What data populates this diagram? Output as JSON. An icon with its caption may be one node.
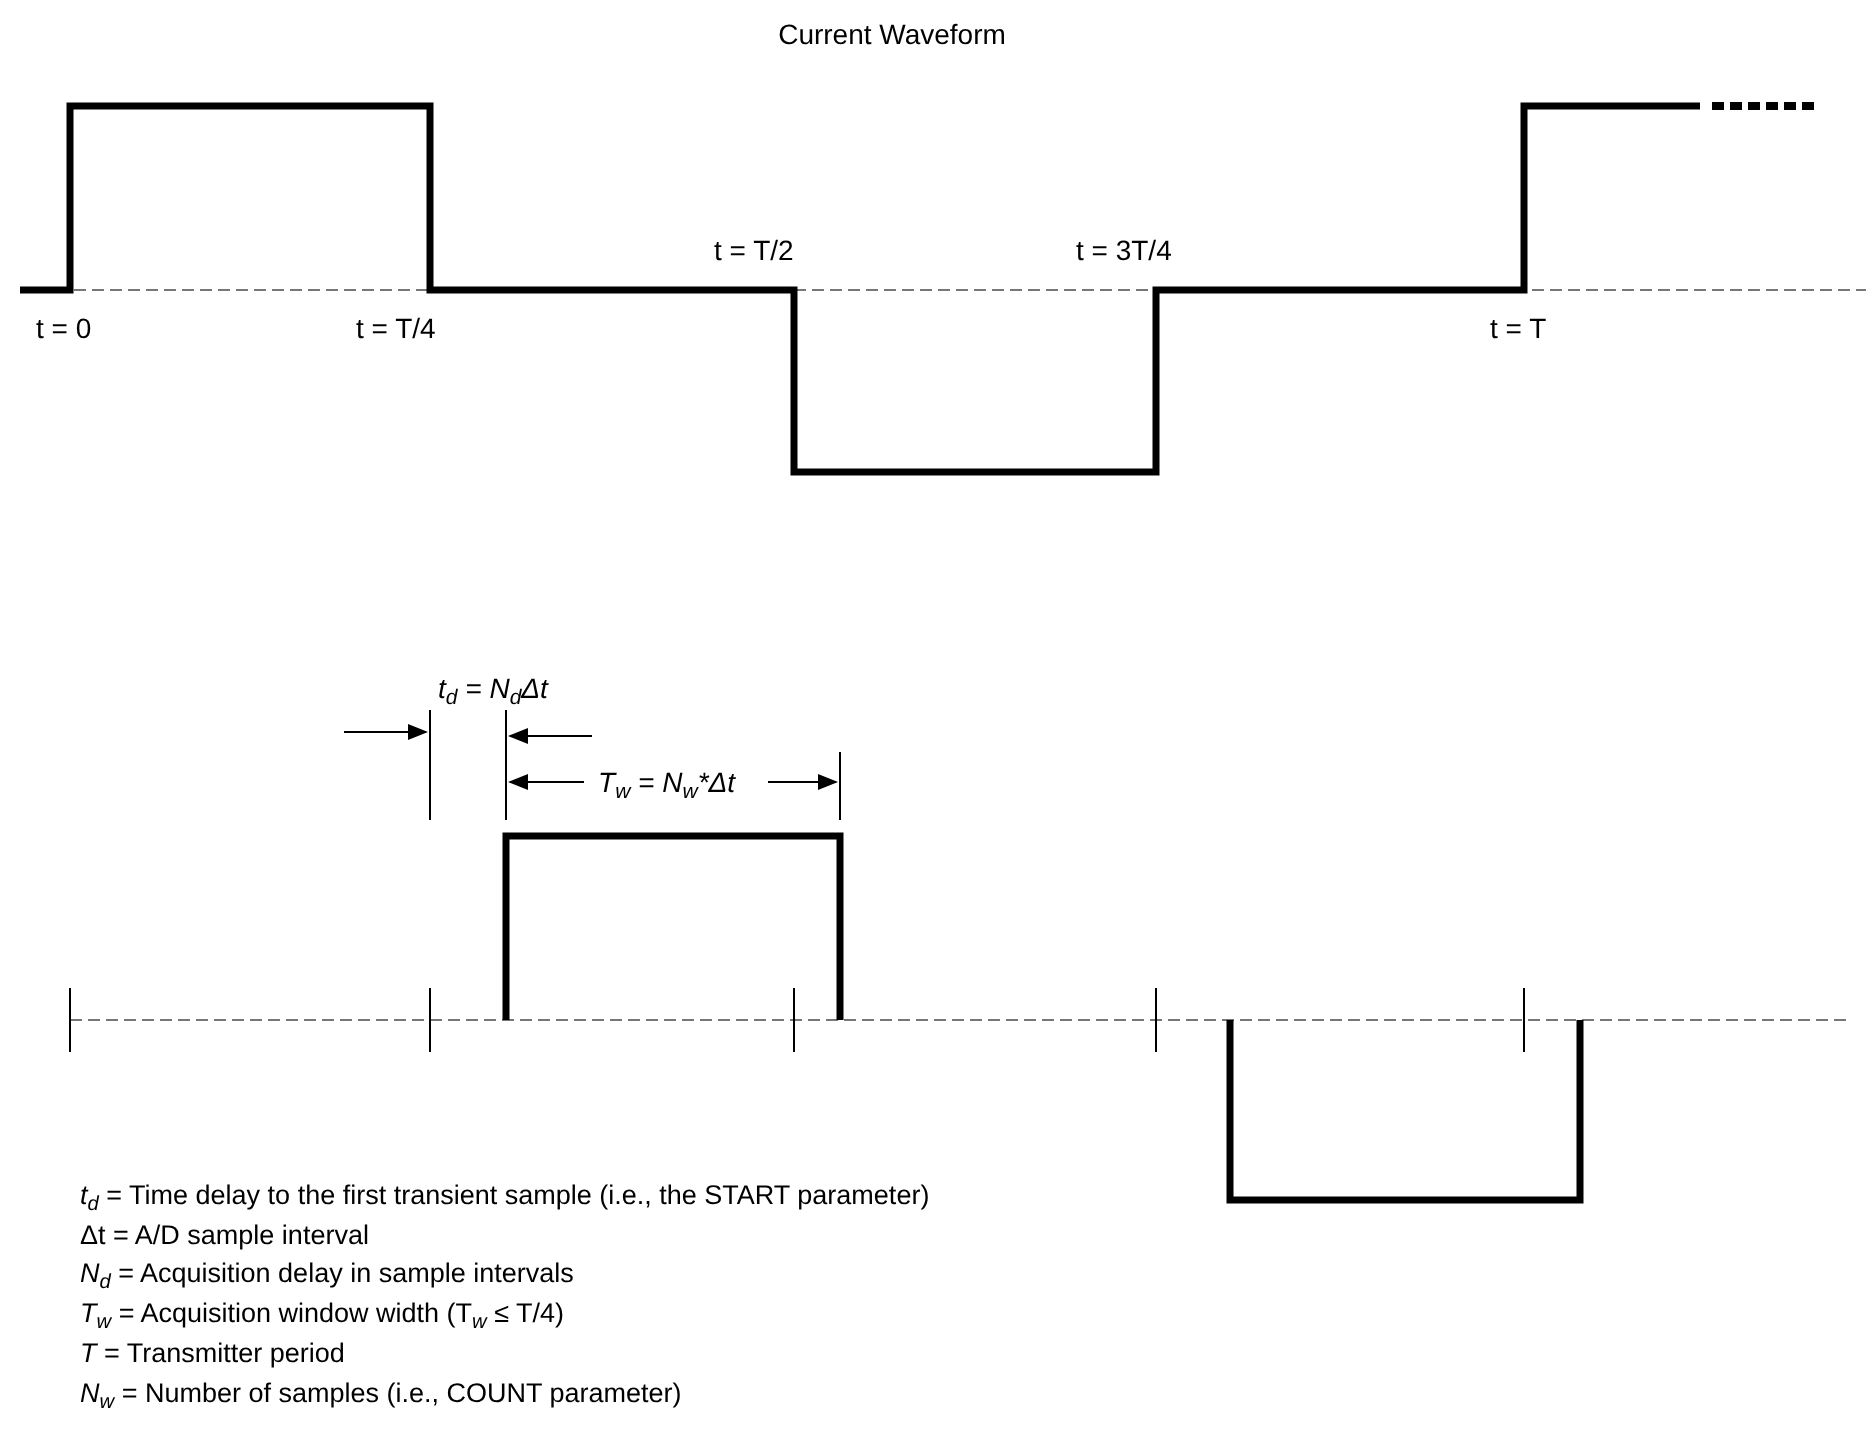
{
  "diagram": {
    "title": "Current Waveform",
    "labels": [
      "t = 0",
      "t = T/4",
      "t = T/2",
      "t = 3T/4",
      "t = T",
      "t$_{d}$ = N$_{d}$Δt",
      "T$_{w}$ = N$_{w}$*Δt",
      "*t*$_{d}$ = Time delay to the first transient sample (i.e., the START parameter)",
      "Δt = A/D sample interval",
      "*N*$_{d}$ = Acquisition delay in sample intervals",
      "*T*$_{w}$ = Acquisition window width (T$_{w}$ ≤ T/4)",
      "*T* = Transmitter period",
      "*N*$_{w}$ = Number of samples (i.e., COUNT parameter)"
    ]
  }
}
